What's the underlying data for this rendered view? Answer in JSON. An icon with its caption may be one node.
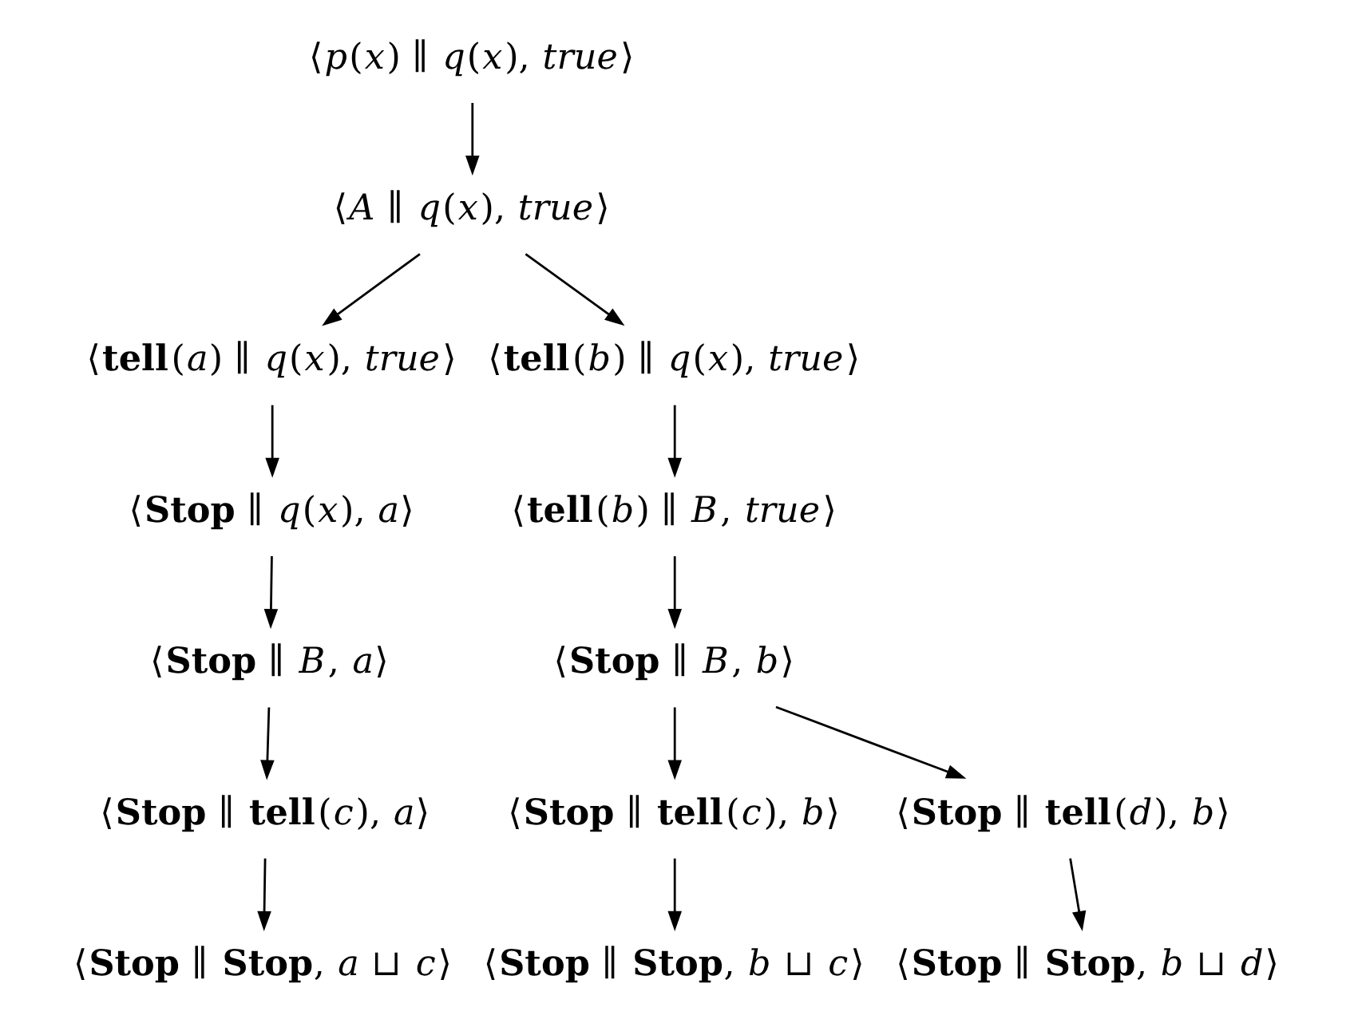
{
  "diagram": {
    "nodes": [
      {
        "text": [
          "⟨*p*(*x*) ∥ *q*(*x*), *true*⟩"
        ]
      },
      {
        "text": [
          "⟨*A* ∥ *q*(*x*), *true*⟩"
        ]
      },
      {
        "text": [
          "⟨**tell**(*a*) ∥ *q*(*x*), *true*⟩"
        ]
      },
      {
        "text": [
          "⟨**tell**(*b*) ∥ *q*(*x*), *true*⟩"
        ]
      },
      {
        "text": [
          "⟨**Stop** ∥ *q*(*x*), *a*⟩"
        ]
      },
      {
        "text": [
          "⟨**tell**(*b*) ∥ *B*, *true*⟩"
        ]
      },
      {
        "text": [
          "⟨**Stop** ∥ *B*, *a*⟩"
        ]
      },
      {
        "text": [
          "⟨**Stop** ∥ *B*, *b*⟩"
        ]
      },
      {
        "text": [
          "⟨**Stop** ∥ **tell**(*c*), *a*⟩"
        ]
      },
      {
        "text": [
          "⟨**Stop** ∥ **tell**(*c*), *b*⟩"
        ]
      },
      {
        "text": [
          "⟨**Stop** ∥ **tell**(*d*), *b*⟩"
        ]
      },
      {
        "text": [
          "⟨**Stop** ∥ **Stop**, *a* ⊔ *c*⟩"
        ]
      },
      {
        "text": [
          "⟨**Stop** ∥ **Stop**, *b* ⊔ *c*⟩"
        ]
      },
      {
        "text": [
          "⟨**Stop** ∥ **Stop**, *b* ⊔ *d*⟩"
        ]
      }
    ],
    "edges": [
      {
        "from": 0,
        "to": 1,
        "arrow": "to"
      },
      {
        "from": 1,
        "to": 2,
        "arrow": "to"
      },
      {
        "from": 1,
        "to": 3,
        "arrow": "to"
      },
      {
        "from": 2,
        "to": 4,
        "arrow": "to"
      },
      {
        "from": 3,
        "to": 5,
        "arrow": "to"
      },
      {
        "from": 4,
        "to": 6,
        "arrow": "to"
      },
      {
        "from": 5,
        "to": 7,
        "arrow": "to"
      },
      {
        "from": 6,
        "to": 8,
        "arrow": "to"
      },
      {
        "from": 7,
        "to": 9,
        "arrow": "to"
      },
      {
        "from": 7,
        "to": 10,
        "arrow": "to"
      },
      {
        "from": 8,
        "to": 11,
        "arrow": "to"
      },
      {
        "from": 9,
        "to": 12,
        "arrow": "to"
      },
      {
        "from": 10,
        "to": 13,
        "arrow": "to"
      }
    ]
  }
}
